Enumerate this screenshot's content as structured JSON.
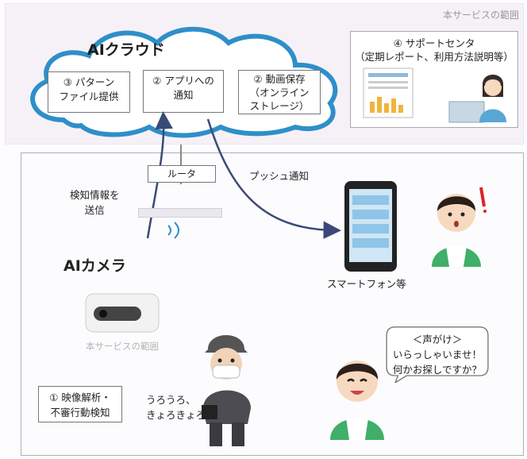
{
  "scope_label": "本サービスの範囲",
  "cloud": {
    "title": "AIクラウド",
    "boxes": [
      {
        "id": "pattern",
        "lines": [
          "③ パターン",
          "ファイル提供"
        ]
      },
      {
        "id": "notify",
        "lines": [
          "② アプリへの",
          "通知"
        ]
      },
      {
        "id": "storage",
        "lines": [
          "② 動画保存",
          "（オンライン",
          "ストレージ）"
        ]
      }
    ]
  },
  "support_center": {
    "lines": [
      "④ サポートセンタ",
      "（定期レポート、利用方法説明等）"
    ]
  },
  "router_label": "ルータ",
  "send_info_label": [
    "検知情報を",
    "送信"
  ],
  "push_label": "プッシュ通知",
  "smartphone_label": "スマートフォン等",
  "camera_title": "AIカメラ",
  "camera_scope_label": "本サービスの範囲",
  "analysis_box": [
    "① 映像解析・",
    "不審行動検知"
  ],
  "suspicious_text": [
    "うろうろ、",
    "きょろきょろ"
  ],
  "speech_bubble": [
    "＜声がけ＞",
    "いらっしゃいませ！",
    "何かお探しですか？"
  ],
  "colors": {
    "cloud_stroke": "#2e8fc8",
    "arrow": "#3a4a78",
    "apron": "#3faf6a",
    "scope_bg": "#f6f1f7"
  }
}
